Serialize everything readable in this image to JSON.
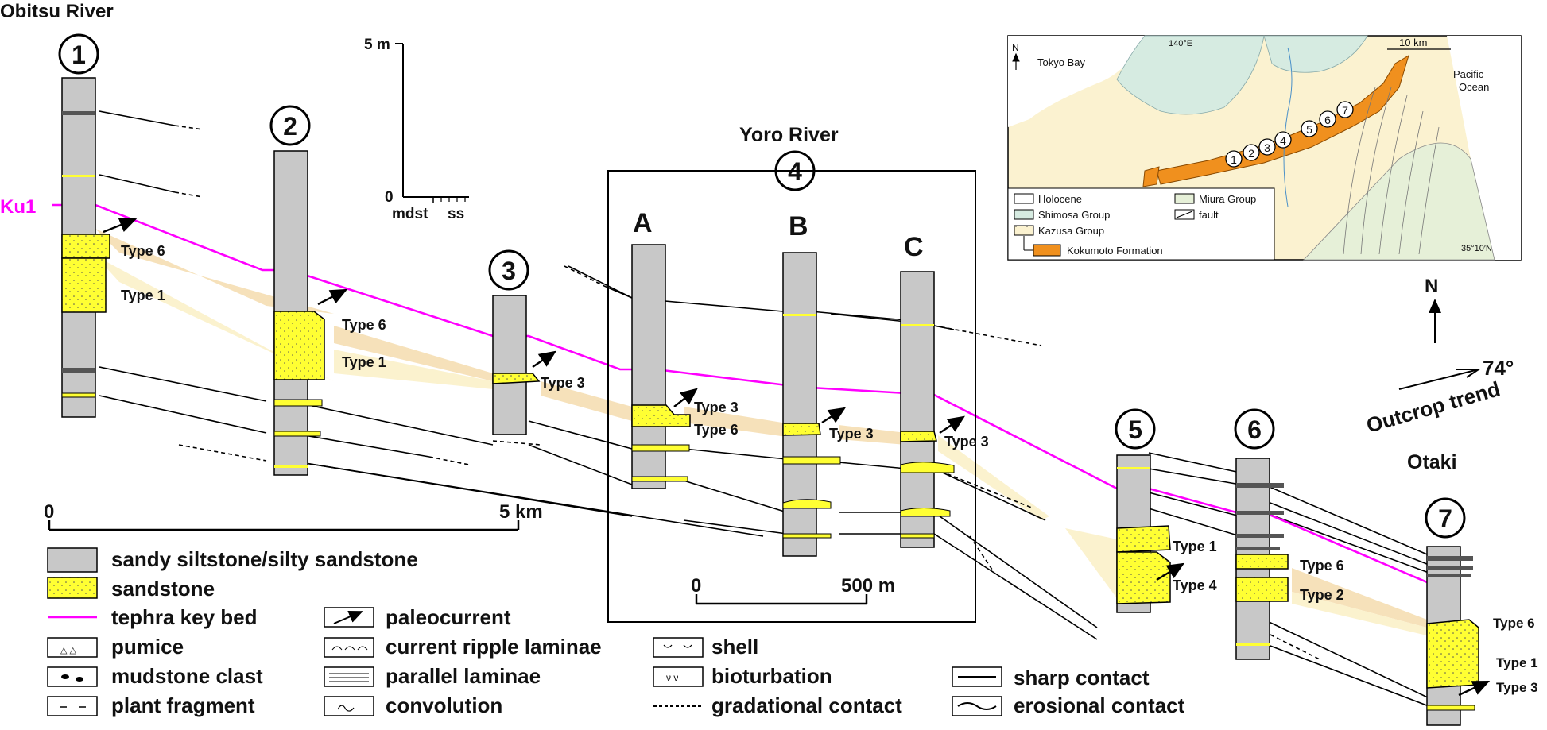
{
  "rivers": {
    "obitsu": "Obitsu River",
    "yoro": "Yoro River",
    "otaki": "Otaki"
  },
  "key_bed": "Ku1",
  "sections": {
    "s1": "1",
    "s2": "2",
    "s3": "3",
    "s4": "4",
    "s5": "5",
    "s6": "6",
    "s7": "7"
  },
  "subsections": {
    "a": "A",
    "b": "B",
    "c": "C"
  },
  "vscale": {
    "top": "5 m",
    "zero": "0",
    "mdst": "mdst",
    "ss": "ss"
  },
  "scale_km": {
    "zero": "0",
    "end": "5 km"
  },
  "scale_m": {
    "zero": "0",
    "end": "500 m"
  },
  "types": {
    "t1_6": "Type 6",
    "t1_1": "Type 1",
    "t2_6": "Type 6",
    "t2_1": "Type 1",
    "t3_3": "Type 3",
    "ta_3": "Type 3",
    "ta_6": "Type 6",
    "tb_3": "Type 3",
    "tc_3": "Type 3",
    "t5_1": "Type 1",
    "t5_4": "Type 4",
    "t6_6": "Type 6",
    "t6_2": "Type 2",
    "t7_6": "Type 6",
    "t7_1": "Type 1",
    "t7_3": "Type 3"
  },
  "orientation": {
    "north": "N",
    "angle": "74°",
    "trend": "Outcrop trend"
  },
  "legend": {
    "siltstone": "sandy siltstone/silty sandstone",
    "sandstone": "sandstone",
    "tephra": "tephra key bed",
    "pumice": "pumice",
    "mudclast": "mudstone clast",
    "plant": "plant fragment",
    "paleocurrent": "paleocurrent",
    "ripple": "current ripple laminae",
    "parallel": "parallel laminae",
    "convolution": "convolution",
    "shell": "shell",
    "bioturbation": "bioturbation",
    "gradational": "gradational contact",
    "sharp": "sharp contact",
    "erosional": "erosional contact"
  },
  "inset_map": {
    "north": "N",
    "lon": "140°E",
    "scale": "10 km",
    "bay": "Tokyo Bay",
    "ocean1": "Pacific",
    "ocean2": "Ocean",
    "lat": "35°10′N",
    "nums": [
      "1",
      "2",
      "3",
      "4",
      "5",
      "6",
      "7"
    ],
    "legend": {
      "holocene": "Holocene",
      "shimosa": "Shimosa Group",
      "kazusa": "Kazusa Group",
      "kokumoto": "Kokumoto Formation",
      "miura": "Miura Group",
      "fault": "fault"
    }
  },
  "colors": {
    "tephra": "#ff00ff",
    "sandstone": "#ffff33",
    "siltstone": "#c8c8c8",
    "correlation_fill": "#f5deb3",
    "kokumoto": "#f0901e",
    "shimosa": "#d6ebe1",
    "kazusa": "#fbf2d0",
    "miura": "#e6f0d8"
  }
}
